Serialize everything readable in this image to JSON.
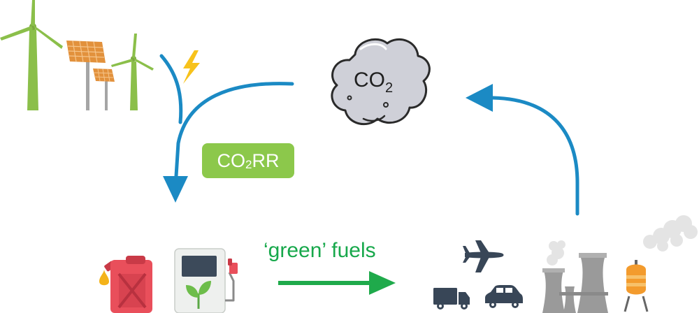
{
  "co2_cloud": {
    "text": "CO",
    "subscript": "2"
  },
  "co2rr_badge": {
    "main": "CO",
    "subscript": "2",
    "suffix": "RR"
  },
  "fuels_arrow": {
    "label": "‘green’ fuels"
  },
  "colors": {
    "cycle_arrow": "#1b8ac4",
    "green_arrow": "#1faa4b",
    "badge": "#8cc84b",
    "turbine": "#8bbf4a",
    "solar_panel": "#e2913c",
    "lightning": "#f7c21b",
    "cloud": "#cfd0d8",
    "jerry_can": "#e94f5b",
    "pump_body": "#eef0ee",
    "vehicles": "#384657",
    "factory": "#9a9a9a"
  },
  "icons": [
    "wind-turbine-icon",
    "solar-panel-icon",
    "lightning-icon",
    "co2-cloud-icon",
    "jerry-can-icon",
    "fuel-pump-icon",
    "airplane-icon",
    "truck-icon",
    "car-icon",
    "factory-icon",
    "gas-tank-icon"
  ]
}
